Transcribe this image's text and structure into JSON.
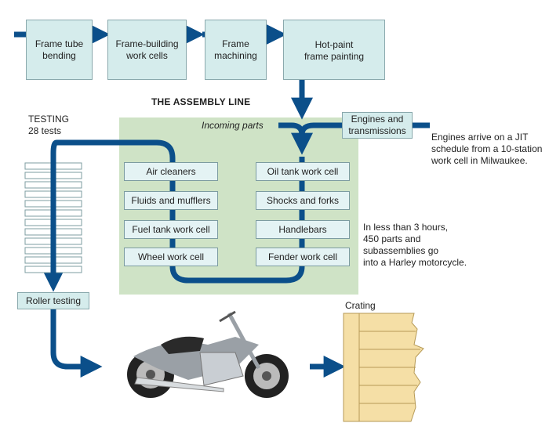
{
  "top_steps": [
    {
      "label": "Frame tube\nbending"
    },
    {
      "label": "Frame-building\nwork cells"
    },
    {
      "label": "Frame\nmachining"
    },
    {
      "label": "Hot-paint\nframe painting"
    }
  ],
  "assembly_title": "THE ASSEMBLY LINE",
  "incoming_parts": "Incoming parts",
  "engines_box": "Engines and\ntransmissions",
  "engines_note": "Engines arrive on a JIT\nschedule from a 10-station\nwork cell in Milwaukee.",
  "testing_label": "TESTING\n28 tests",
  "left_cells": [
    "Air cleaners",
    "Fluids and mufflers",
    "Fuel tank work cell",
    "Wheel work cell"
  ],
  "right_cells": [
    "Oil tank work cell",
    "Shocks and forks",
    "Handlebars",
    "Fender work cell"
  ],
  "assembly_note": "In less than 3 hours,\n450 parts and\nsubassemblies go\ninto a Harley motorcycle.",
  "roller_testing": "Roller testing",
  "crating": "Crating",
  "icons": [
    "flow-arrow",
    "motorcycle-image",
    "crate-icon",
    "test-stack-icon"
  ],
  "colors": {
    "flow": "#0b4f8a",
    "box": "#d5ecec",
    "assembly_bg": "#cfe3c6",
    "crate": "#f5dfa6"
  }
}
